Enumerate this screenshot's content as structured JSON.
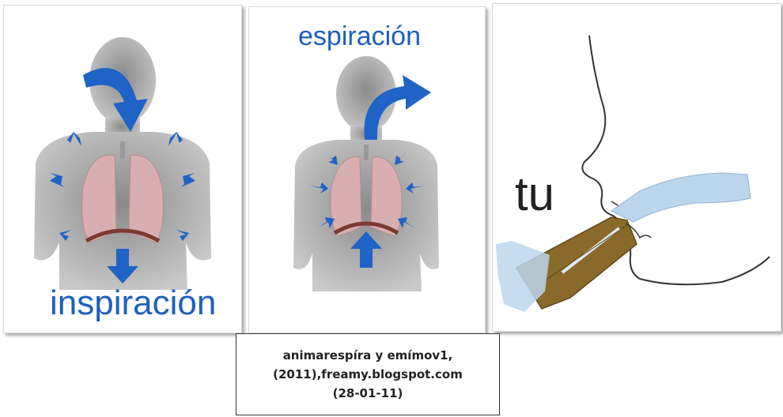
{
  "panels": {
    "inspiration": {
      "label": "inspiración"
    },
    "expiration": {
      "label": "espiración"
    },
    "instrument": {
      "label": "tu"
    }
  },
  "caption": {
    "text": "animarespíra y emímov1, (2011),freamy.blogspot.com (28-01-11)"
  },
  "colors": {
    "arrow_blue": "#1f63c6",
    "silhouette_gray": "#8c8c8c",
    "lung_pink": "#d9aeb0",
    "mouthpiece_brown": "#8a6a2a",
    "tube_light_blue": "#bcd6ee"
  }
}
